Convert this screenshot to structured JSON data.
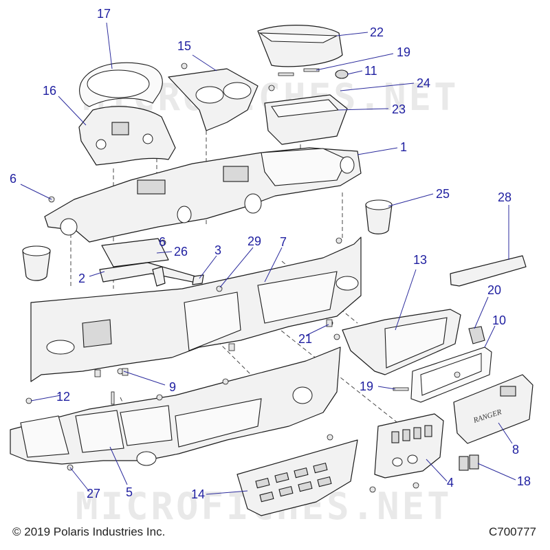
{
  "watermark": "MICROFICHES.NET",
  "copyright": "© 2019 Polaris Industries Inc.",
  "drawing_id": "C700777",
  "badge_text": "RANGER",
  "callouts": [
    "17",
    "22",
    "15",
    "19",
    "11",
    "16",
    "24",
    "23",
    "1",
    "6",
    "25",
    "28",
    "6",
    "26",
    "3",
    "29",
    "7",
    "2",
    "13",
    "20",
    "21",
    "10",
    "9",
    "19",
    "12",
    "8",
    "5",
    "27",
    "14",
    "4",
    "18"
  ],
  "colors": {
    "callout": "#1e1ea0",
    "line": "#1a1a1a",
    "part_fill": "#f2f2f2"
  }
}
